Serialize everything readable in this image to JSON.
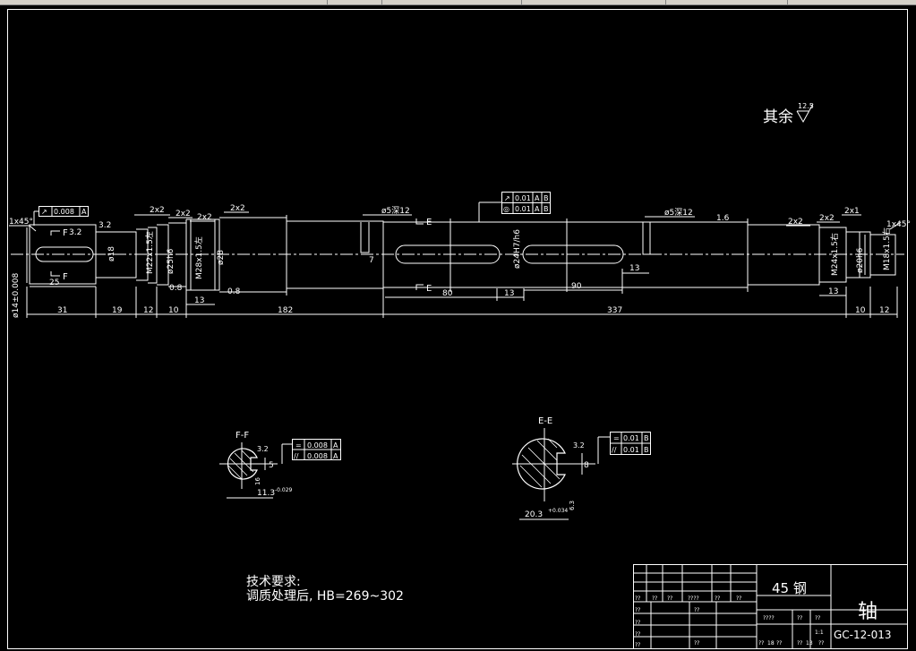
{
  "colors": {
    "background": "#000000",
    "lines": "#ffffff",
    "toolbar": "#d4d0c8"
  },
  "roughness_note": {
    "prefix": "其余",
    "value": "12.5"
  },
  "dims": {
    "chamfer_left": "1x45°",
    "chamfer_right": "1x45°",
    "d14": "ø14±0.008",
    "key_len_25": "25",
    "d18": "ø18",
    "m22": "M22x1.5左",
    "d25": "ø25h6",
    "m28": "M28x1.5左",
    "d28": "ø28",
    "d24h": "ø24H7/h6",
    "m24": "M24x1.5右",
    "d20": "ø20h6",
    "m18": "M18x1.5右",
    "hole_left": "ø5深12",
    "hole_right": "ø5深12",
    "dim7": "7",
    "dim80": "80",
    "dim13_mid": "13",
    "dim90": "90",
    "dim13_rt": "13",
    "dim13_l": "13",
    "dim13_r2": "13",
    "gr_2x2_a": "2x2",
    "gr_2x2_b": "2x2",
    "gr_2x2_c": "2x2",
    "gr_2x2_d": "2x2",
    "gr_2x2_e": "2x2",
    "gr_2x2_f": "2x2",
    "gr_2x1": "2x1",
    "ra_32": "3.2",
    "ra_32b": "3.2",
    "ra_16": "1.6",
    "ra_08a": "0.8",
    "ra_08b": "0.8",
    "section_f_mark": "F",
    "section_e_mark": "E"
  },
  "overall": [
    "31",
    "19",
    "12",
    "10",
    "182",
    "337",
    "10",
    "12"
  ],
  "tol_frames": {
    "left": {
      "sym": "↗",
      "val": "0.008",
      "datum": "A"
    },
    "top_row1": {
      "sym": "↗",
      "val": "0.01",
      "d1": "A",
      "d2": "B"
    },
    "top_row2": {
      "sym": "◎",
      "val": "0.01",
      "d1": "A",
      "d2": "B"
    },
    "ff_row1": {
      "sym": "=",
      "val": "0.008",
      "datum": "A"
    },
    "ff_row2": {
      "sym": "//",
      "val": "0.008",
      "datum": "A"
    },
    "ee_row1": {
      "sym": "=",
      "val": "0.01",
      "datum": "B"
    },
    "ee_row2": {
      "sym": "//",
      "val": "0.01",
      "datum": "B"
    }
  },
  "section_ff": {
    "title": "F-F",
    "width": "5",
    "depth": "11.3",
    "depth_tol": "-0.029",
    "ra": "3.2",
    "ra2": "16"
  },
  "section_ee": {
    "title": "E-E",
    "width": "8",
    "depth": "20.3",
    "depth_tol": "+0.034",
    "ra": "3.2",
    "ra2": "6.3"
  },
  "tech_req": {
    "title": "技术要求:",
    "line1": "调质处理后, HB=269~302"
  },
  "title_block": {
    "material": "45  钢",
    "part_name": "轴",
    "drawing_no": "GC-12-013",
    "scale": "1:1",
    "q": "??",
    "q3": "???",
    "q4": "????",
    "n18": "18",
    "n13": "13"
  }
}
